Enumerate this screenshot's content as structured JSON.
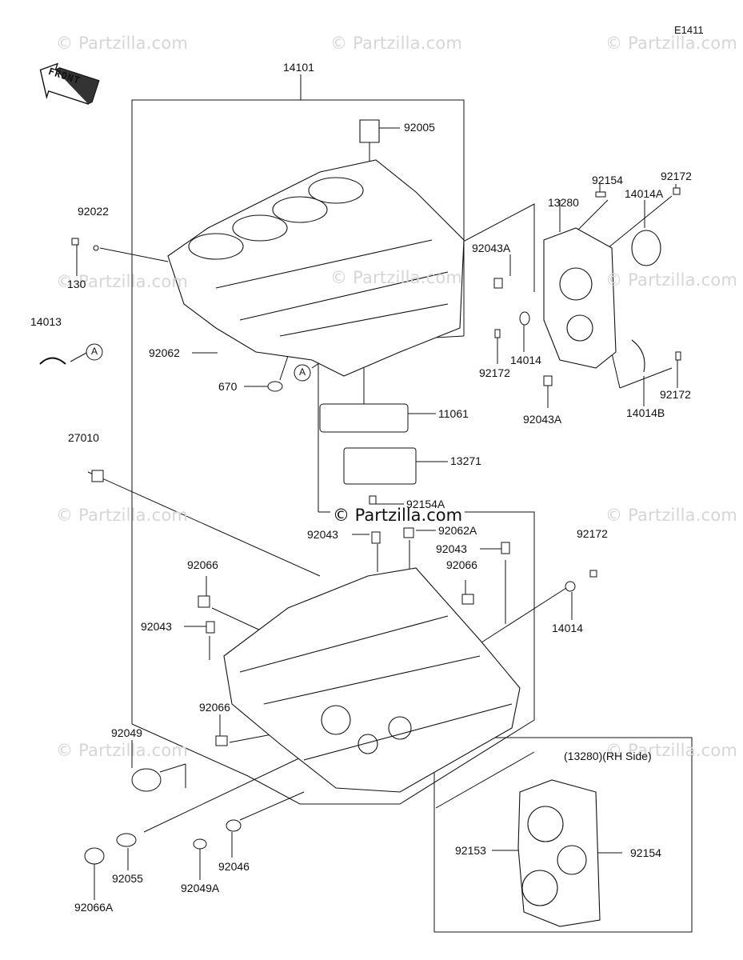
{
  "diagram_code": "E1411",
  "front_label": "FRONT",
  "brand": "© Partzilla.com",
  "watermark": "© Partzilla.com",
  "callout": "A",
  "inset_title": "(13280)(RH Side)",
  "labels": {
    "p14101": "14101",
    "p92005": "92005",
    "p92022": "92022",
    "p130": "130",
    "p14013": "14013",
    "p92062": "92062",
    "p670": "670",
    "p13280": "13280",
    "p92154": "92154",
    "p92172a": "92172",
    "p14014a": "14014A",
    "p92043a_top": "92043A",
    "p14014_top": "14014",
    "p92172b": "92172",
    "p92043a_bot": "92043A",
    "p14014b": "14014B",
    "p92172c": "92172",
    "p11061": "11061",
    "p13271": "13271",
    "p92154a": "92154A",
    "p27010": "27010",
    "p92043_1": "92043",
    "p92062a": "92062A",
    "p92043_2": "92043",
    "p92066_1": "92066",
    "p92066_2": "92066",
    "p92043_3": "92043",
    "p92172d": "92172",
    "p14014_mid": "14014",
    "p92066_3": "92066",
    "p92049": "92049",
    "p92055": "92055",
    "p92049a": "92049A",
    "p92046": "92046",
    "p92066a": "92066A",
    "p92153": "92153",
    "p92154_inset": "92154"
  }
}
